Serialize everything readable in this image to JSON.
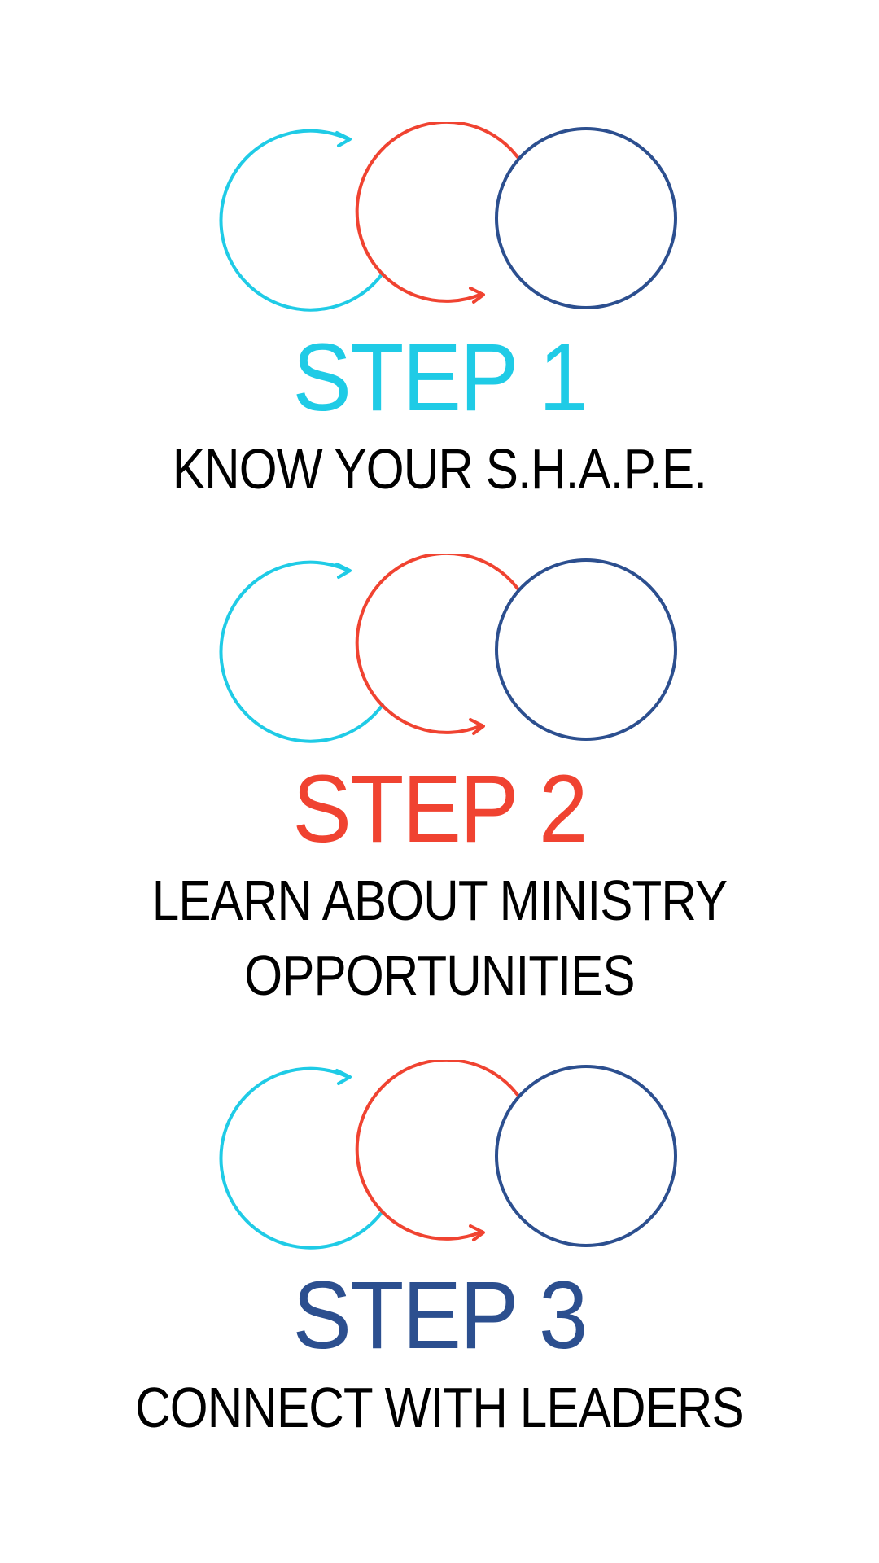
{
  "colors": {
    "cyan": "#1fcbe6",
    "red": "#f04331",
    "navy": "#2c4f8f",
    "text": "#000000"
  },
  "steps": [
    {
      "title": "STEP 1",
      "color": "#1fcbe6",
      "desc_lines": [
        "KNOW YOUR S.H.A.P.E."
      ]
    },
    {
      "title": "STEP 2",
      "color": "#f04331",
      "desc_lines": [
        "LEARN ABOUT MINISTRY",
        "OPPORTUNITIES"
      ]
    },
    {
      "title": "STEP 3",
      "color": "#2c4f8f",
      "desc_lines": [
        "CONNECT WITH LEADERS"
      ]
    }
  ]
}
